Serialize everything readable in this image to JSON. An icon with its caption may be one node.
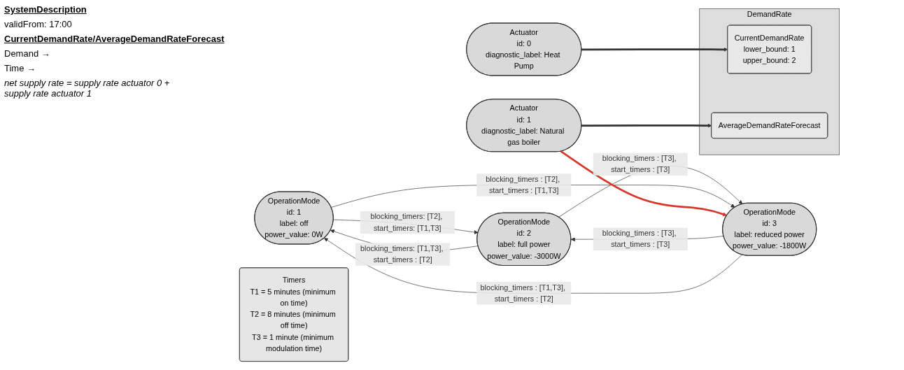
{
  "diagram": {
    "nodes": [
      {
        "text": [
          "OperationMode",
          "id: 1",
          "label: off",
          "power_value: 0W"
        ]
      },
      {
        "text": [
          "OperationMode",
          "id: 2",
          "label: full power",
          "power_value: -3000W"
        ]
      },
      {
        "text": [
          "OperationMode",
          "id: 3",
          "label: reduced power",
          "power_value: -1800W"
        ]
      },
      {
        "text": [
          "Timers",
          "T1 = 5 minutes (minimum on time)",
          "T2 = 8 minutes (minimum off time)",
          "T3 = 1 minute (minimum modulation time)"
        ]
      },
      {
        "text": [
          "DemandRate"
        ]
      },
      {
        "text": [
          "CurrentDemandRate",
          "lower_bound: 1",
          "upper_bound: 2"
        ],
        "in": 4
      },
      {
        "text": [
          "AverageDemandRateForecast"
        ],
        "in": 4
      },
      {
        "text": [
          "Actuator",
          "id: 0",
          "diagnostic_label: Heat Pump"
        ]
      },
      {
        "text": [
          "Actuator",
          "id: 1",
          "diagnostic_label: Natural gas boiler"
        ]
      }
    ],
    "edges": [
      {
        "from": 0,
        "to": 1,
        "arrow": "to",
        "label": "blocking_timers: [T2], start_timers: [T1,T3]"
      },
      {
        "from": 1,
        "to": 0,
        "arrow": "to",
        "label": "blocking_timers: [T1,T3], start_timers : [T2]"
      },
      {
        "from": 1,
        "to": 2,
        "arrow": "to",
        "label": "blocking_timers : [T3], start_timers : [T3]"
      },
      {
        "from": 2,
        "to": 1,
        "arrow": "to",
        "label": "blocking_timers : [T3], start_timers : [T3]"
      },
      {
        "from": 0,
        "to": 2,
        "arrow": "to",
        "label": "blocking_timers : [T2], start_timers : [T1,T3]"
      },
      {
        "from": 2,
        "to": 0,
        "arrow": "to",
        "label": "blocking_timers : [T1,T3], start_timers : [T2]"
      },
      {
        "from": 7,
        "to": 5,
        "arrow": "to",
        "style": "thick"
      },
      {
        "from": 8,
        "to": 6,
        "arrow": "to",
        "style": "thick"
      },
      {
        "from": 8,
        "to": 2,
        "arrow": "to",
        "style": "thick",
        "color": "#d9372a"
      }
    ],
    "labels": [
      "SystemDescription",
      "validFrom: 17:00",
      "CurrentDemandRate/AverageDemandRateForecast",
      "Demand →",
      "Time →",
      "net supply rate = supply rate actuator 0 + supply rate actuator 1"
    ]
  }
}
